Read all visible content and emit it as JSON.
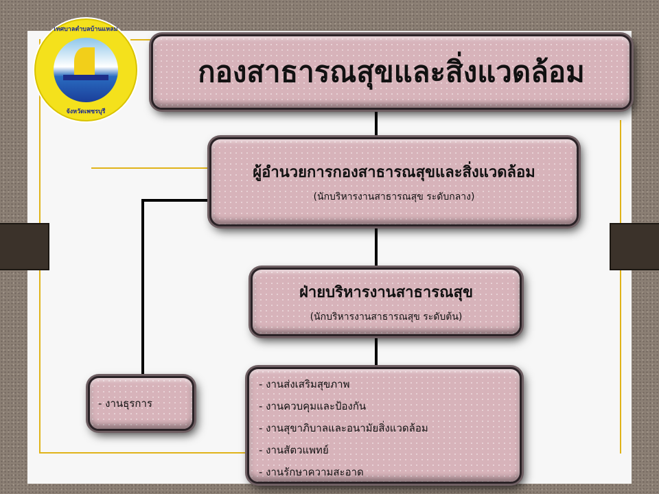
{
  "logo": {
    "top_text": "เทศบาลตำบลบ้านแหลม",
    "bottom_text": "จังหวัดเพชรบุรี"
  },
  "title": "กองสาธารณสุขและสิ่งแวดล้อม",
  "director": {
    "title": "ผู้อำนวยการกองสาธารณสุขและสิ่งแวดล้อม",
    "level": "(นักบริหารงานสาธารณสุข ระดับกลาง)"
  },
  "division": {
    "title": "ฝ่ายบริหารงานสาธารณสุข",
    "level": "(นักบริหารงานสาธารณสุข ระดับต้น)"
  },
  "admin_unit": "- งานธุรการ",
  "units": [
    "- งานส่งเสริมสุขภาพ",
    "- งานควบคุมและป้องกัน",
    "- งานสุขาภิบาลและอนามัยสิ่งแวดล้อม",
    "- งานสัตวแพทย์",
    "- งานรักษาความสะอาด"
  ],
  "colors": {
    "box": "#d7b3ba",
    "accent_line": "#e0b318"
  }
}
